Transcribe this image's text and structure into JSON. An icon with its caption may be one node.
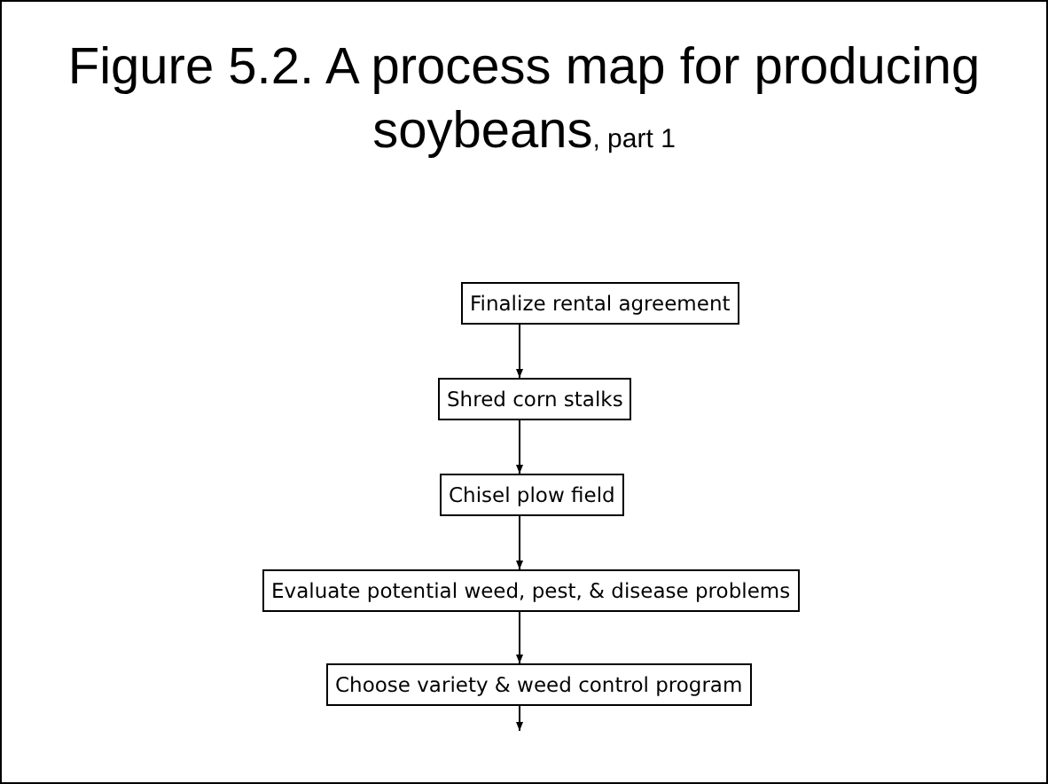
{
  "diagram": {
    "title": "Figure 5.2. A process map for producing soybeans, part 1",
    "nodes": [
      {
        "text": [
          "Finalize rental agreement"
        ]
      },
      {
        "text": [
          "Shred corn stalks"
        ]
      },
      {
        "text": [
          "Chisel plow field"
        ]
      },
      {
        "text": [
          "Evaluate potential weed, pest, & disease problems"
        ]
      },
      {
        "text": [
          "Choose variety & weed control program"
        ]
      }
    ],
    "edges": [
      {
        "from": 0,
        "to": 1,
        "arrow": "to"
      },
      {
        "from": 1,
        "to": 2,
        "arrow": "to"
      },
      {
        "from": 2,
        "to": 3,
        "arrow": "to"
      },
      {
        "from": 3,
        "to": 4,
        "arrow": "to"
      },
      {
        "from": 4,
        "to": null,
        "arrow": "to"
      }
    ]
  }
}
